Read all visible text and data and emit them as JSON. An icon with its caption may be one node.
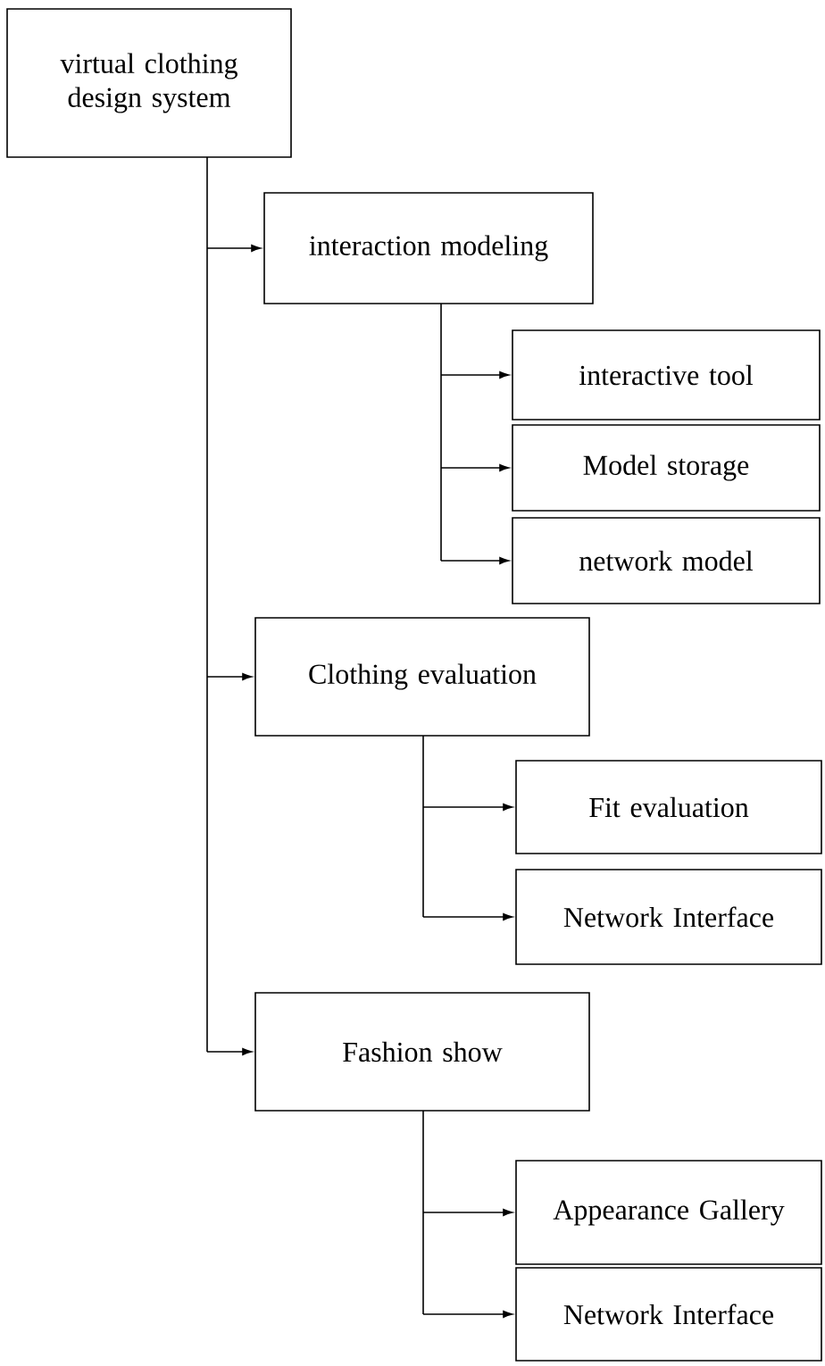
{
  "diagram": {
    "nodes": [
      {
        "text": [
          "virtual clothing design system"
        ]
      },
      {
        "text": [
          "interaction modeling"
        ]
      },
      {
        "text": [
          "interactive tool"
        ]
      },
      {
        "text": [
          "Model storage"
        ]
      },
      {
        "text": [
          "network model"
        ]
      },
      {
        "text": [
          "Clothing evaluation"
        ]
      },
      {
        "text": [
          "Fit evaluation"
        ]
      },
      {
        "text": [
          "Network Interface"
        ]
      },
      {
        "text": [
          "Fashion show"
        ]
      },
      {
        "text": [
          "Appearance Gallery"
        ]
      },
      {
        "text": [
          "Network Interface"
        ]
      }
    ],
    "edges": [
      {
        "from": 0,
        "to": 1,
        "arrow": "to"
      },
      {
        "from": 1,
        "to": 2,
        "arrow": "to"
      },
      {
        "from": 1,
        "to": 3,
        "arrow": "to"
      },
      {
        "from": 1,
        "to": 4,
        "arrow": "to"
      },
      {
        "from": 0,
        "to": 5,
        "arrow": "to"
      },
      {
        "from": 5,
        "to": 6,
        "arrow": "to"
      },
      {
        "from": 5,
        "to": 7,
        "arrow": "to"
      },
      {
        "from": 0,
        "to": 8,
        "arrow": "to"
      },
      {
        "from": 8,
        "to": 9,
        "arrow": "to"
      },
      {
        "from": 8,
        "to": 10,
        "arrow": "to"
      }
    ]
  }
}
